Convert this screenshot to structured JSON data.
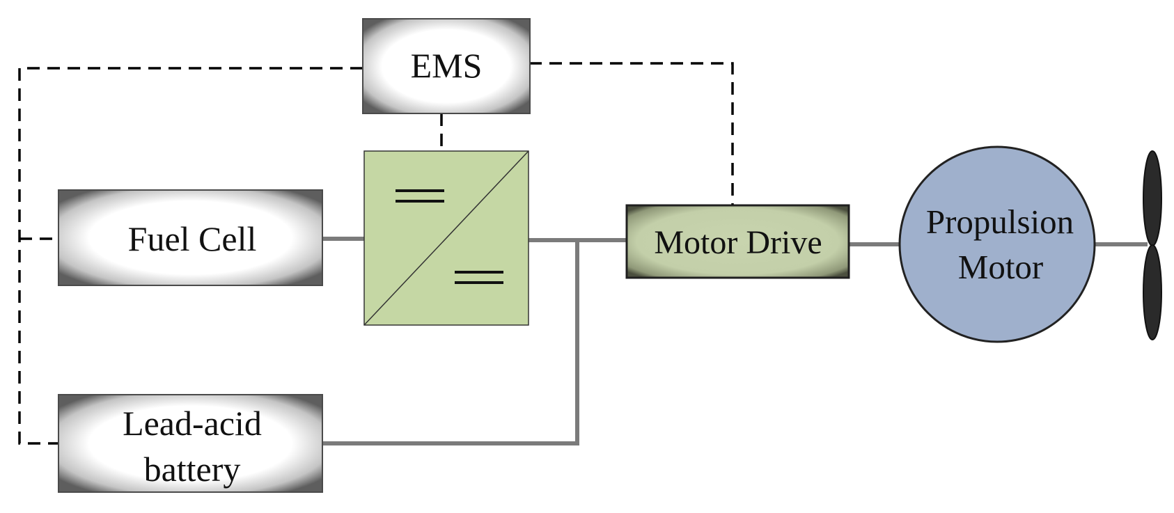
{
  "diagram": {
    "ems_label": "EMS",
    "fuel_cell_label": "Fuel Cell",
    "battery_label_line1": "Lead-acid",
    "battery_label_line2": "battery",
    "motor_drive_label": "Motor Drive",
    "motor_label_line1": "Propulsion",
    "motor_label_line2": "Motor"
  },
  "colors": {
    "converter_fill": "#c5d7a4",
    "motor_drive_fill": "#c5d1ad",
    "motor_fill": "#9fb0cc",
    "power_line": "#7b7b7b",
    "control_line": "#000000"
  },
  "icons": {
    "converter": "dc-dc-converter-icon",
    "propeller": "propeller-icon"
  }
}
